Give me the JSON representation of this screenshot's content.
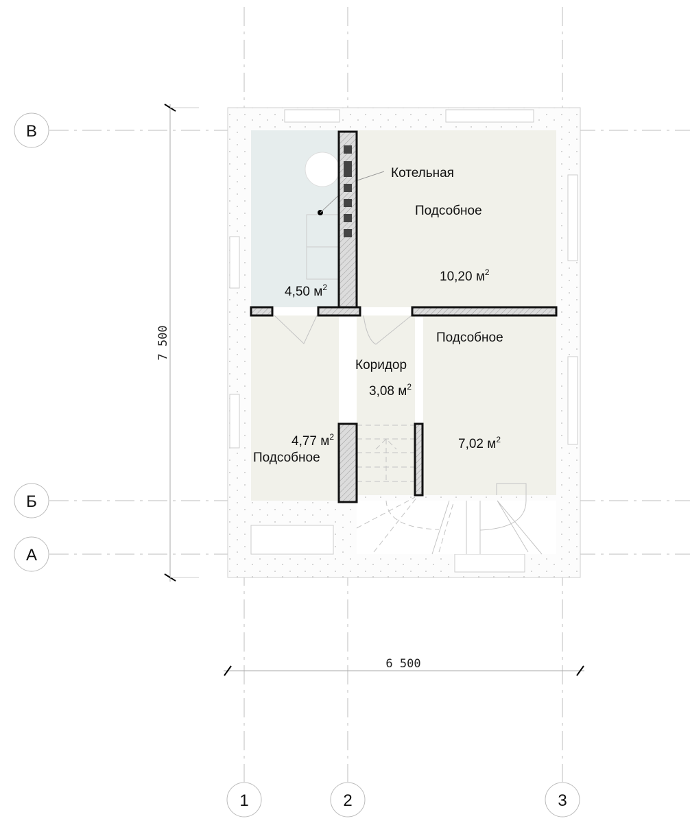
{
  "axes": {
    "vertical": [
      "1",
      "2",
      "3"
    ],
    "horizontal": [
      "В",
      "Б",
      "А"
    ]
  },
  "dimensions": {
    "height": "7 500",
    "width": "6 500"
  },
  "rooms": [
    {
      "name": "Котельная",
      "area": "4,50 м",
      "color": "#e6eded"
    },
    {
      "name": "Подсобное",
      "area": "10,20 м",
      "color": "#f1f1ea"
    },
    {
      "name": "Коридор",
      "area": "3,08 м",
      "color": "#f1f1ea"
    },
    {
      "name": "Подсобное",
      "area": "7,02 м",
      "color": "#f1f1ea"
    },
    {
      "name": "Подсобное",
      "area": "4,77 м",
      "color": "#f1f1ea"
    }
  ],
  "area_superscript": "2"
}
